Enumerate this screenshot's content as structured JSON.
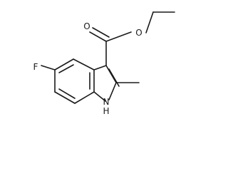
{
  "molecule": {
    "atoms": {
      "fluorine": "F",
      "carbonyl_oxygen": "O",
      "ester_oxygen": "O",
      "nitrogen": "H\nN",
      "nh_n": "N",
      "nh_h": "H"
    },
    "colors": {
      "bond": "#1a1a1a",
      "background": "#ffffff"
    }
  }
}
